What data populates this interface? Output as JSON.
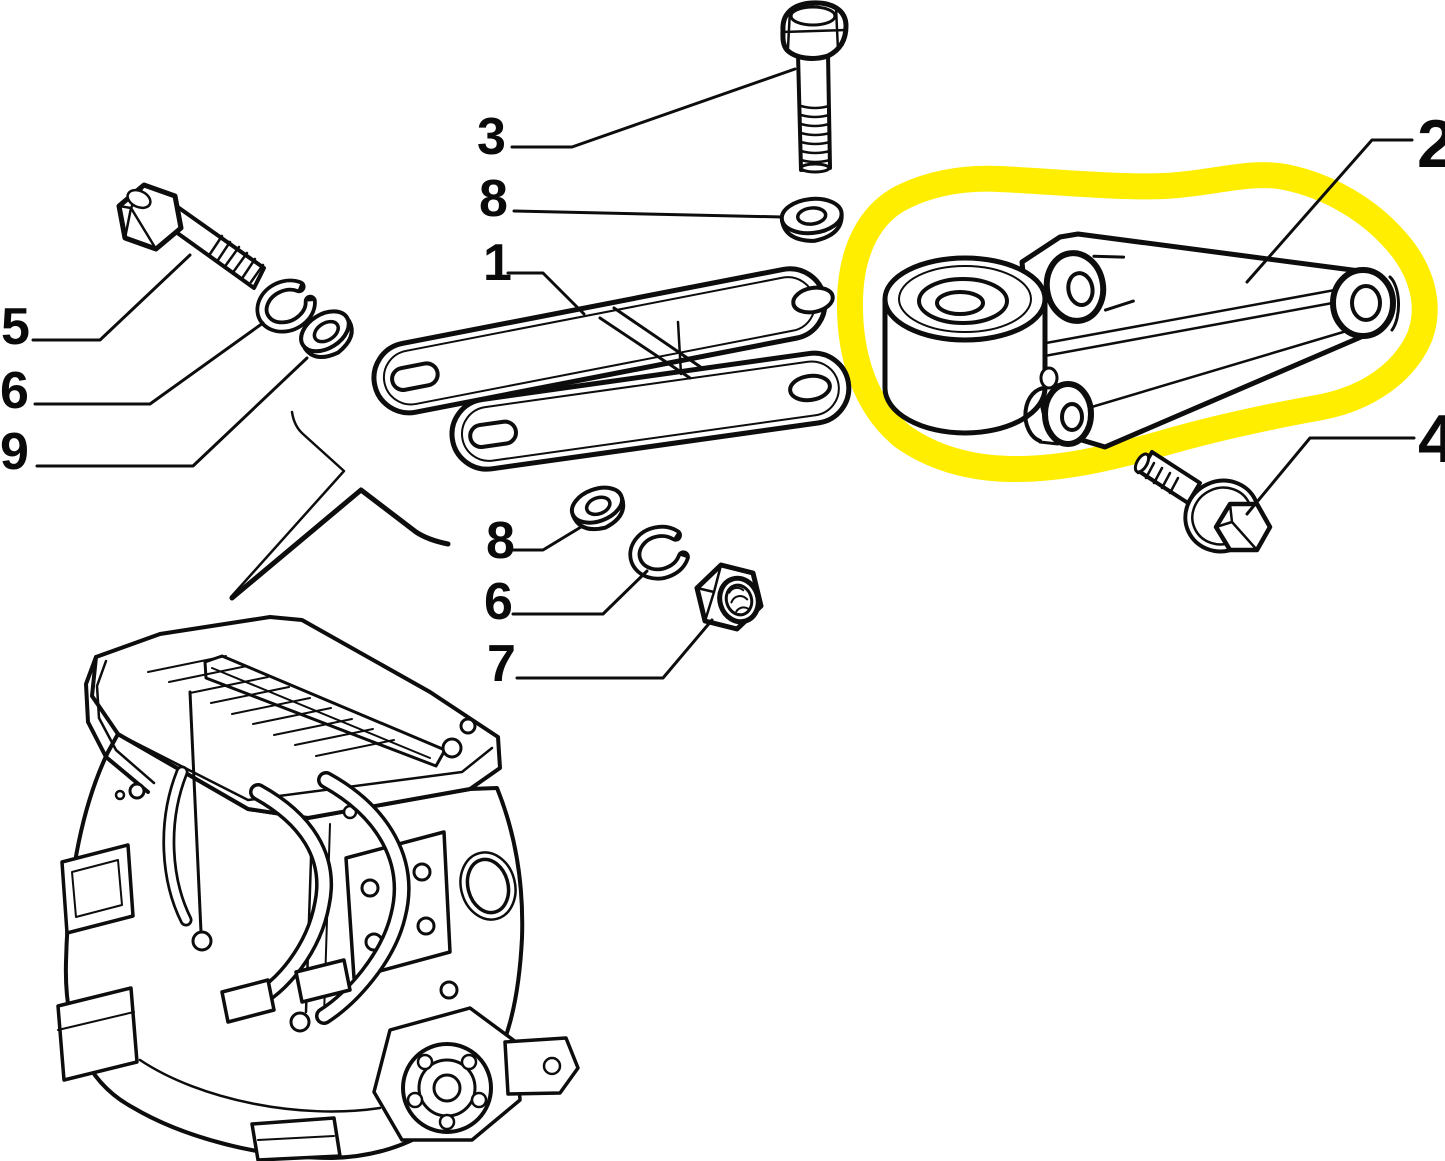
{
  "diagram": {
    "title": "Engine mounting exploded parts diagram",
    "background_color": "#ffffff",
    "line_color": "#0d0d0d",
    "highlight": {
      "color": "#ffee00",
      "style": "hand-drawn-marker-loop",
      "encircles_part": "2"
    },
    "callouts": [
      {
        "label": "3",
        "part": "hex-bolt"
      },
      {
        "label": "8",
        "part": "flat-washer"
      },
      {
        "label": "1",
        "part": "mount-bracket"
      },
      {
        "label": "2",
        "part": "torque-arm-engine-mount",
        "highlighted": true
      },
      {
        "label": "5",
        "part": "hex-bolt"
      },
      {
        "label": "6",
        "part": "spring-washer"
      },
      {
        "label": "9",
        "part": "flat-washer"
      },
      {
        "label": "8",
        "part": "flat-washer"
      },
      {
        "label": "6",
        "part": "spring-washer"
      },
      {
        "label": "7",
        "part": "hex-nut"
      },
      {
        "label": "4",
        "part": "flanged-hex-bolt"
      }
    ]
  }
}
